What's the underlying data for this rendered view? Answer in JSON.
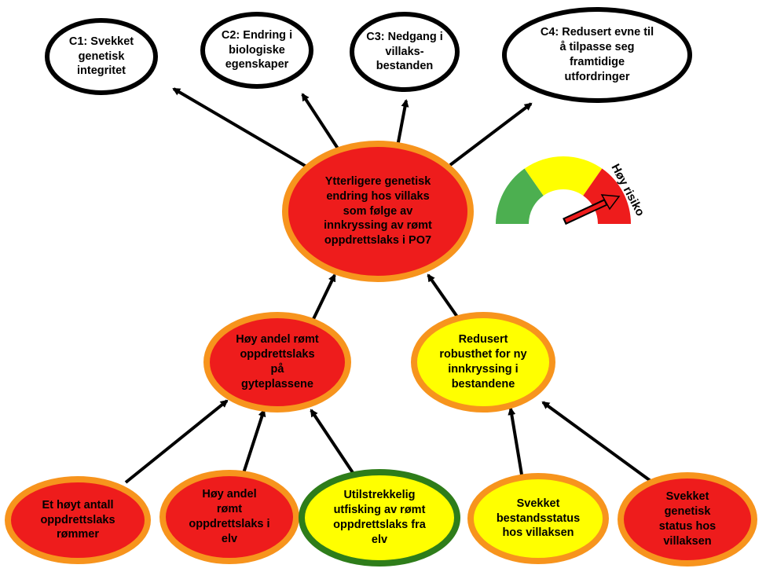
{
  "consequences": [
    {
      "id": "c1",
      "text": "C1: Svekket\ngenetisk\nintegritet"
    },
    {
      "id": "c2",
      "text": "C2: Endring i\nbiologiske\negenskaper"
    },
    {
      "id": "c3",
      "text": "C3: Nedgang i\nvillaks-\nbestanden"
    },
    {
      "id": "c4",
      "text": "C4: Redusert evne til\nå tilpasse seg\nframtidige\nutfordringer"
    }
  ],
  "central": {
    "text": "Ytterligere genetisk\nendring hos villaks\nsom følge av\ninnkryssing av rømt\noppdrettslaks i PO7",
    "risk": "high"
  },
  "middle": [
    {
      "id": "m1",
      "text": "Høy andel rømt\noppdrettslaks\npå\ngyteplassene",
      "risk": "high"
    },
    {
      "id": "m2",
      "text": "Redusert\nrobusthet for ny\ninnkryssing i\nbestandene",
      "risk": "moderate"
    }
  ],
  "causes": [
    {
      "id": "b1",
      "text": "Et høyt antall\noppdrettslaks\nrømmer",
      "risk": "high"
    },
    {
      "id": "b2",
      "text": "Høy andel\nrømt\noppdrettslaks i\nelv",
      "risk": "high"
    },
    {
      "id": "b3",
      "text": "Utilstrekkelig\nutfisking av rømt\noppdrettslaks fra\nelv",
      "risk": "moderate",
      "border": "green"
    },
    {
      "id": "b4",
      "text": "Svekket\nbestandsstatus\nhos villaksen",
      "risk": "moderate"
    },
    {
      "id": "b5",
      "text": "Svekket\ngenetisk\nstatus hos\nvillaksen",
      "risk": "high"
    }
  ],
  "gauge": {
    "label": "Høy risiko",
    "level": "high",
    "segments": [
      "low",
      "moderate",
      "high"
    ]
  },
  "colors": {
    "red": "#ee1c1c",
    "yellow": "#ffff00",
    "orange": "#f7941d",
    "green_border": "#2e7d1a",
    "gauge_green": "#4caf50",
    "gauge_yellow": "#ffff00",
    "gauge_red": "#ee1c1c",
    "black": "#000000"
  }
}
